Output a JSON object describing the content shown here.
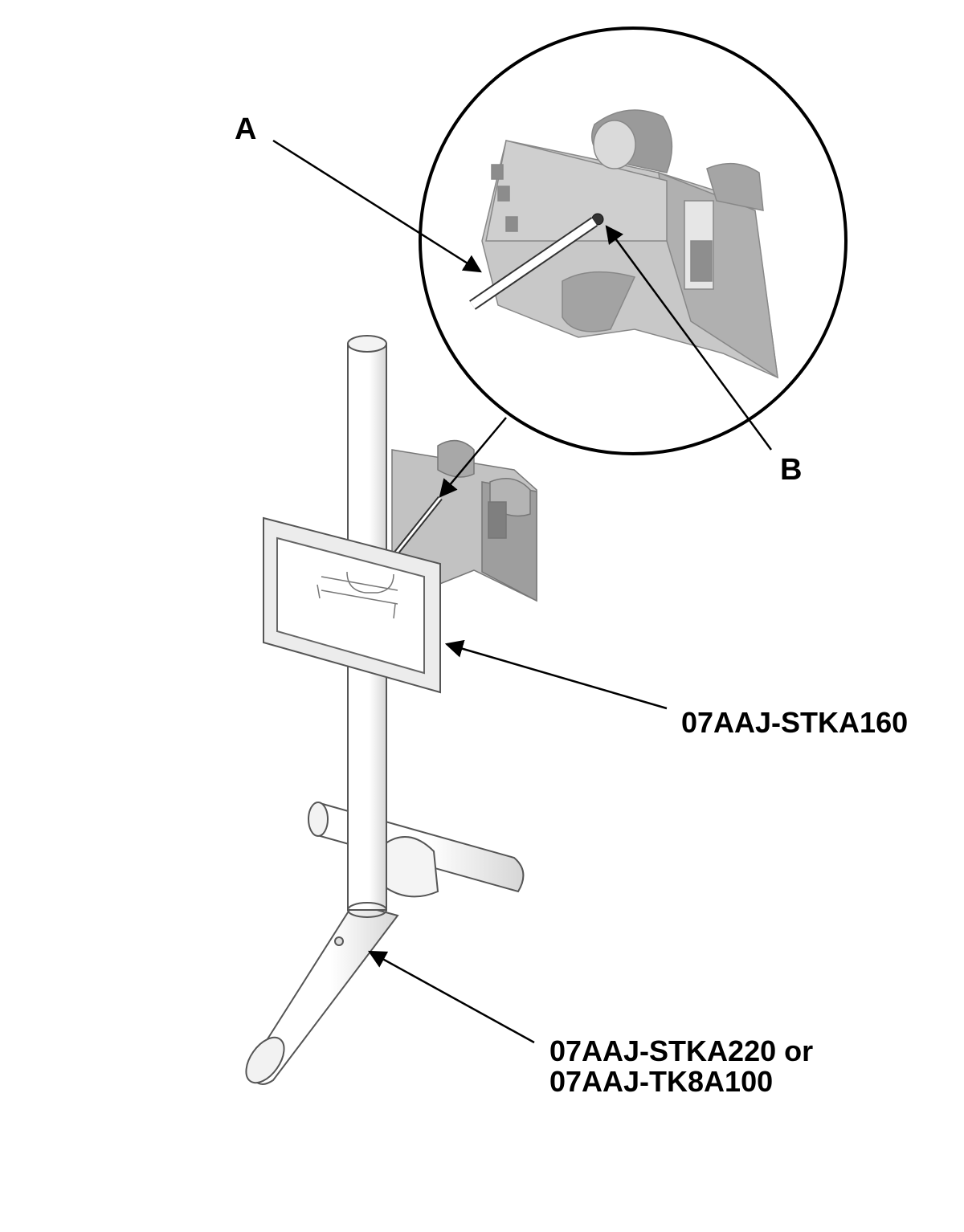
{
  "callouts": {
    "a": "A",
    "b": "B",
    "target_part": "07AAJ-STKA160",
    "stand_part_line1": "07AAJ-STKA220 or",
    "stand_part_line2": "07AAJ-TK8A100"
  },
  "colors": {
    "line": "#000000",
    "part_fill": "#bdbdbd",
    "part_shade": "#8a8a8a",
    "part_light": "#e4e4e4",
    "stand_fill": "#ffffff"
  }
}
